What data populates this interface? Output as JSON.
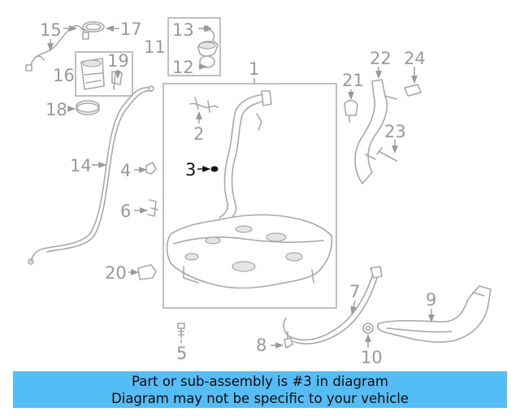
{
  "highlight_color": "#111111",
  "label_color": "#9a9a9a",
  "caption_bg": "#55bdf5",
  "labels": {
    "l1": "1",
    "l2": "2",
    "l3": "3",
    "l4": "4",
    "l5": "5",
    "l6": "6",
    "l7": "7",
    "l8": "8",
    "l9": "9",
    "l10": "10",
    "l11": "11",
    "l12": "12",
    "l13": "13",
    "l14": "14",
    "l15": "15",
    "l16": "16",
    "l17": "17",
    "l18": "18",
    "l19": "19",
    "l20": "20",
    "l21": "21",
    "l22": "22",
    "l23": "23",
    "l24": "24"
  },
  "caption": {
    "line1": "Part or sub-assembly is #3 in diagram",
    "line2": "Diagram may not be specific to your vehicle"
  }
}
